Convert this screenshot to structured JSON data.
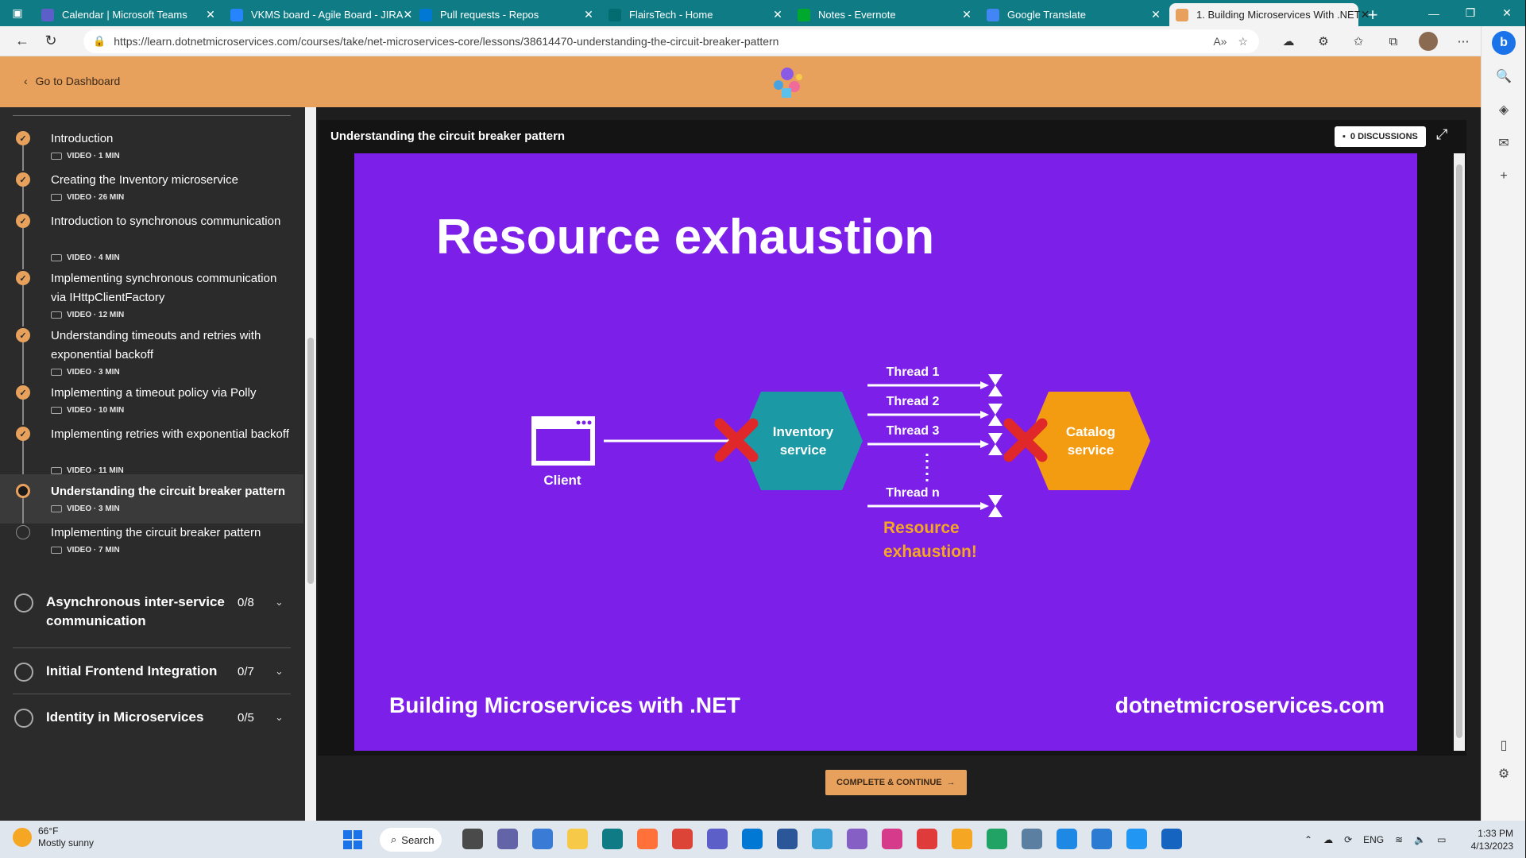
{
  "browser": {
    "tabs": [
      {
        "title": "Calendar | Microsoft Teams",
        "color": "#5b5fc7"
      },
      {
        "title": "VKMS board - Agile Board - JIRA",
        "color": "#2684ff"
      },
      {
        "title": "Pull requests - Repos",
        "color": "#0078d4"
      },
      {
        "title": "FlairsTech - Home",
        "color": "#036c70"
      },
      {
        "title": "Notes - Evernote",
        "color": "#00a82d"
      },
      {
        "title": "Google Translate",
        "color": "#4285f4"
      },
      {
        "title": "1. Building Microservices With .NET",
        "color": "#e8a15c"
      }
    ],
    "url": "https://learn.dotnetmicroservices.com/courses/take/net-microservices-core/lessons/38614470-understanding-the-circuit-breaker-pattern"
  },
  "course": {
    "go_to_dashboard": "Go to Dashboard",
    "accent": "#e8a15c"
  },
  "sidebar": {
    "lessons": [
      {
        "name": "Introduction",
        "meta": "VIDEO · 1 MIN",
        "status": "done"
      },
      {
        "name": "Creating the Inventory microservice",
        "meta": "VIDEO · 26 MIN",
        "status": "done"
      },
      {
        "name": "Introduction to synchronous communication",
        "meta": "VIDEO · 4 MIN",
        "status": "done"
      },
      {
        "name": "Implementing synchronous communication via IHttpClientFactory",
        "meta": "VIDEO · 12 MIN",
        "status": "done"
      },
      {
        "name": "Understanding timeouts and retries with exponential backoff",
        "meta": "VIDEO · 3 MIN",
        "status": "done"
      },
      {
        "name": "Implementing a timeout policy via Polly",
        "meta": "VIDEO · 10 MIN",
        "status": "done"
      },
      {
        "name": "Implementing retries with exponential backoff",
        "meta": "VIDEO · 11 MIN",
        "status": "done"
      },
      {
        "name": "Understanding the circuit breaker pattern",
        "meta": "VIDEO · 3 MIN",
        "status": "current"
      },
      {
        "name": "Implementing the circuit breaker pattern",
        "meta": "VIDEO · 7 MIN",
        "status": "pending"
      }
    ],
    "sections": [
      {
        "title": "Asynchronous inter-service communication",
        "count": "0/8"
      },
      {
        "title": "Initial Frontend Integration",
        "count": "0/7"
      },
      {
        "title": "Identity in Microservices",
        "count": "0/5"
      }
    ]
  },
  "player": {
    "lesson_title": "Understanding the circuit breaker pattern",
    "discussions": "0 DISCUSSIONS",
    "complete_button": "COMPLETE & CONTINUE"
  },
  "slide": {
    "title": "Resource exhaustion",
    "client": "Client",
    "inventory": [
      "Inventory",
      "service"
    ],
    "catalog": [
      "Catalog",
      "service"
    ],
    "threads": [
      "Thread 1",
      "Thread 2",
      "Thread 3",
      "Thread n"
    ],
    "warning": [
      "Resource",
      "exhaustion!"
    ],
    "footer_left": "Building Microservices with .NET",
    "footer_right": "dotnetmicroservices.com",
    "colors": {
      "bg": "#7c1fe8",
      "inventory": "#1b9aa6",
      "catalog": "#f39c12",
      "cross": "#e0282a",
      "warning": "#f5a623"
    }
  },
  "taskbar": {
    "weather_temp": "66°F",
    "weather_desc": "Mostly sunny",
    "search": "Search",
    "lang": "ENG",
    "time": "1:33 PM",
    "date": "4/13/2023"
  }
}
